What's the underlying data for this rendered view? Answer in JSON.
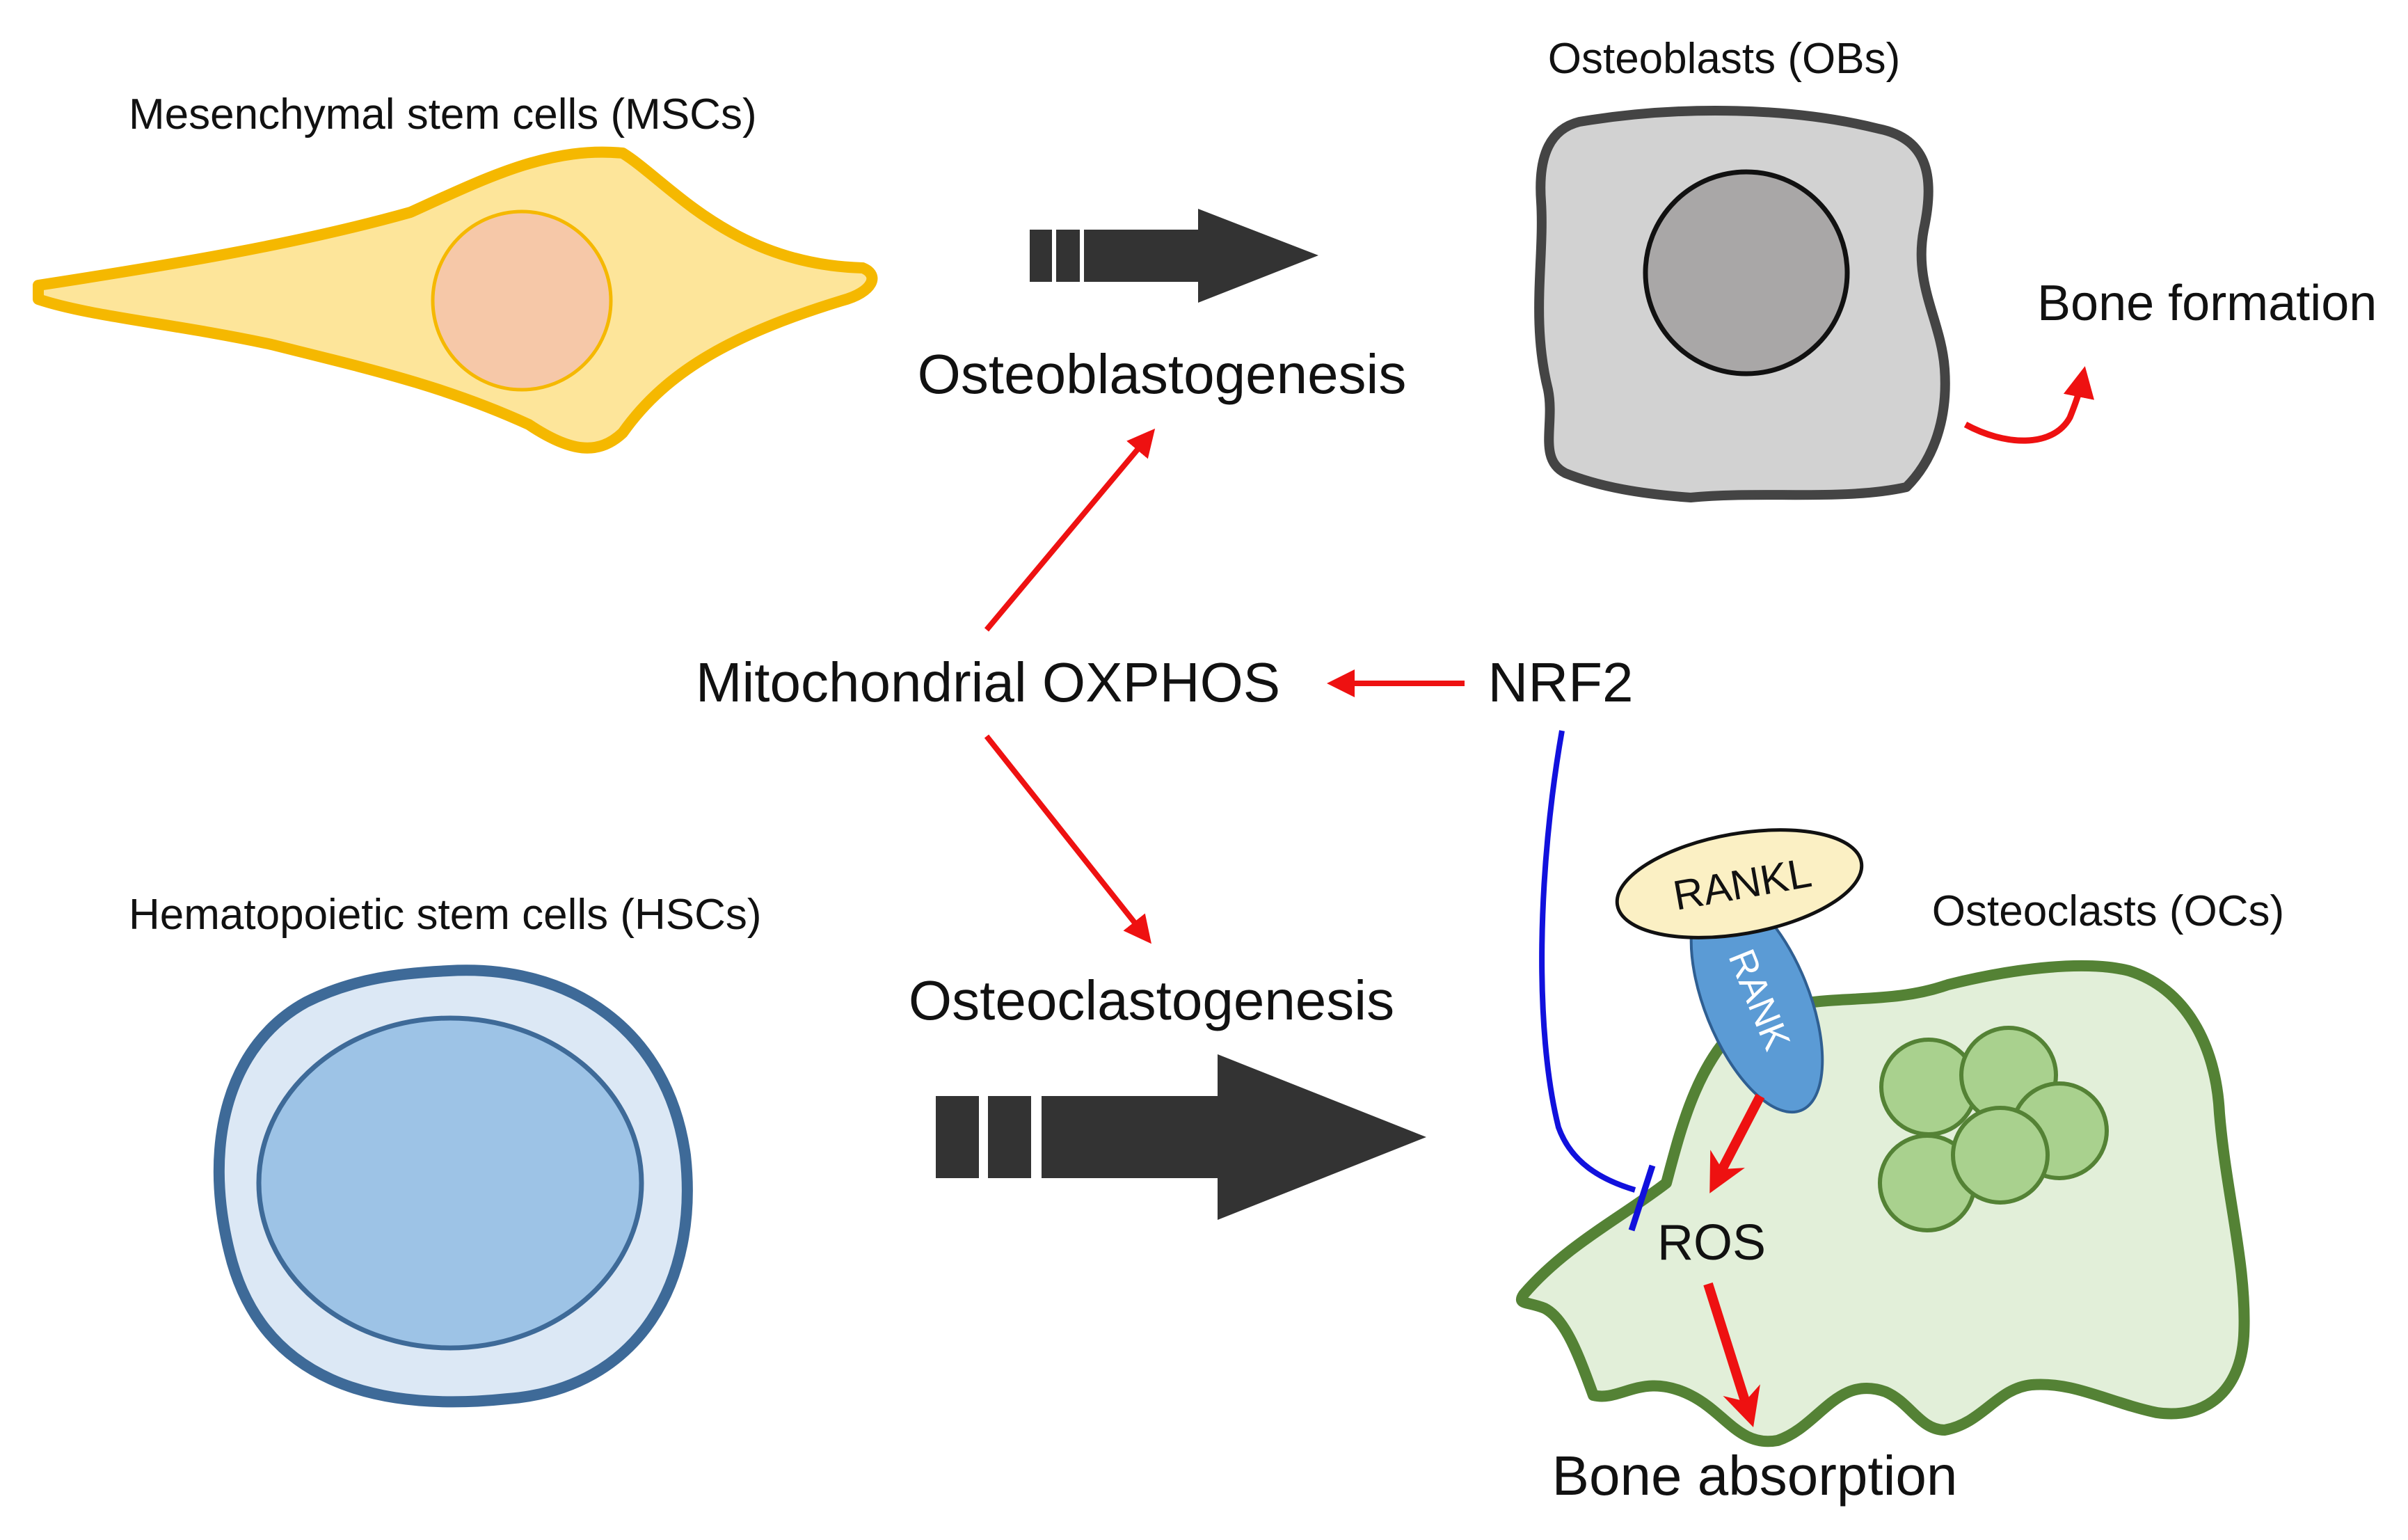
{
  "labels": {
    "msc": "Mesenchymal stem cells (MSCs)",
    "ob": "Osteoblasts (OBs)",
    "bone_formation": "Bone formation",
    "osteoblastogenesis": "Osteoblastogenesis",
    "oxphos": "Mitochondrial OXPHOS",
    "nrf2": "NRF2",
    "hsc": "Hematopoietic stem cells (HSCs)",
    "osteoclastogenesis": "Osteoclastogenesis",
    "rankl": "RANKL",
    "rank": "RANK",
    "oc": "Osteoclasts (OCs)",
    "ros": "ROS",
    "bone_absorption": "Bone absorption"
  },
  "colors": {
    "activation_arrow": "#ee1111",
    "inhibition_line": "#1111dd",
    "process_arrow": "#333333",
    "msc_fill": "#fde59a",
    "msc_stroke": "#f5b800",
    "msc_nucleus": "#f6c8a8",
    "ob_fill": "#d2d2d2",
    "ob_stroke": "#444444",
    "ob_nucleus": "#a9a7a7",
    "hsc_fill": "#dce8f5",
    "hsc_stroke": "#3e6a98",
    "hsc_nucleus": "#9dc3e6",
    "oc_fill": "#e2efd9",
    "oc_stroke": "#548235",
    "oc_vesicle": "#a9d18e",
    "rankl_fill": "#fbf0c4",
    "rank_fill": "#5b9bd5"
  }
}
